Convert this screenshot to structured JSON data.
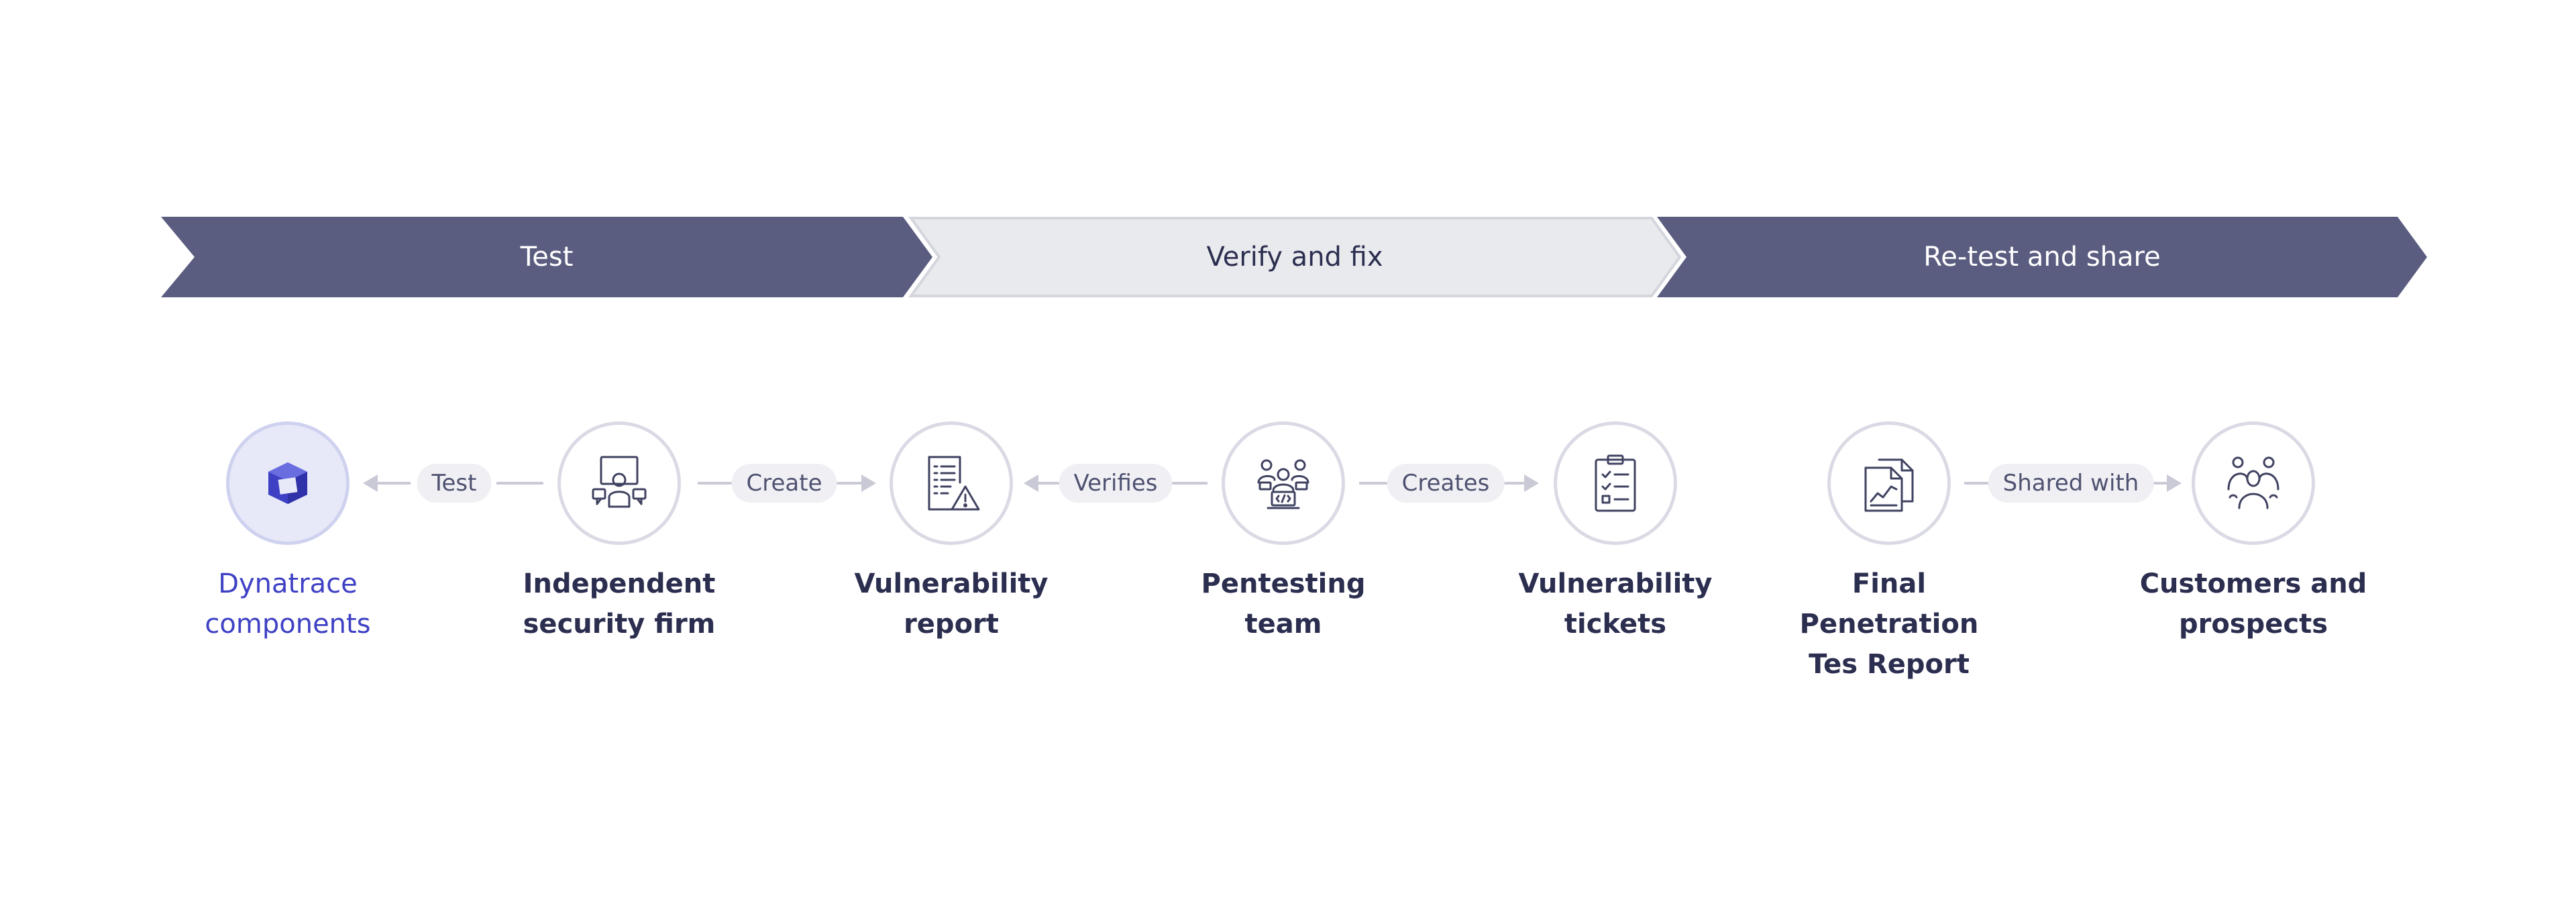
{
  "colors": {
    "dark_phase": "#5b5d80",
    "light_phase": "#e9eaee",
    "node_border": "#d9dae4",
    "icon_stroke": "#3f4260",
    "accent": "#3e41c4",
    "arrow": "#c9cad6"
  },
  "phases": [
    {
      "label": "Test",
      "style": "dark"
    },
    {
      "label": "Verify and fix",
      "style": "light"
    },
    {
      "label": "Re-test and share",
      "style": "dark"
    }
  ],
  "nodes": [
    {
      "id": "dynatrace",
      "line1": "Dynatrace",
      "line2": "components",
      "icon": "dynatrace-cube-icon",
      "active": true
    },
    {
      "id": "firm",
      "line1": "Independent",
      "line2": "security firm",
      "icon": "presenter-icon",
      "active": false
    },
    {
      "id": "report",
      "line1": "Vulnerability",
      "line2": "report",
      "icon": "report-warning-icon",
      "active": false
    },
    {
      "id": "team",
      "line1": "Pentesting",
      "line2": "team",
      "icon": "team-code-icon",
      "active": false
    },
    {
      "id": "tickets",
      "line1": "Vulnerability",
      "line2": "tickets",
      "icon": "clipboard-checklist-icon",
      "active": false
    },
    {
      "id": "final",
      "line1": "Final Penetration",
      "line2": "Tes Report",
      "icon": "documents-chart-icon",
      "active": false
    },
    {
      "id": "customers",
      "line1": "Customers and",
      "line2": "prospects",
      "icon": "group-icon",
      "active": false
    }
  ],
  "edges": [
    {
      "label": "Test",
      "direction": "left"
    },
    {
      "label": "Create",
      "direction": "right"
    },
    {
      "label": "Verifies",
      "direction": "left"
    },
    {
      "label": "Creates",
      "direction": "right"
    },
    {
      "label": "Shared with",
      "direction": "right"
    }
  ]
}
